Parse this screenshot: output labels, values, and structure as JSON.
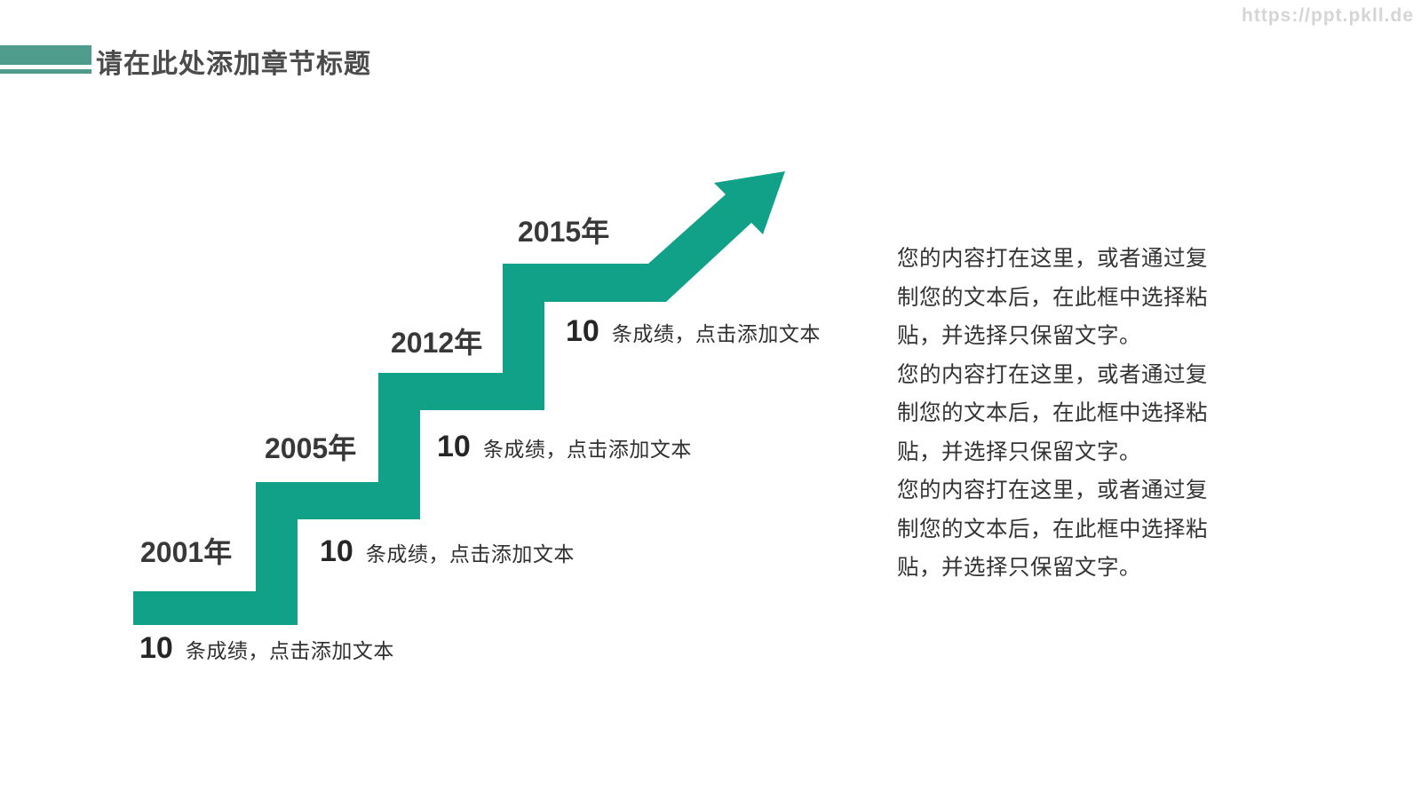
{
  "watermark": "https://ppt.pkll.de",
  "header": {
    "title": "请在此处添加章节标题"
  },
  "diagram": {
    "type": "staircase-timeline",
    "steps": [
      {
        "year": "2001年",
        "value": "10",
        "label": "条成绩，点击添加文本"
      },
      {
        "year": "2005年",
        "value": "10",
        "label": "条成绩，点击添加文本"
      },
      {
        "year": "2012年",
        "value": "10",
        "label": "条成绩，点击添加文本"
      },
      {
        "year": "2015年",
        "value": "10",
        "label": "条成绩，点击添加文本"
      }
    ]
  },
  "body": {
    "paragraphs": [
      {
        "lines": [
          "您的内容打在这里，或者通过复",
          "制您的文本后，在此框中选择粘",
          "贴，并选择只保留文字。"
        ]
      },
      {
        "lines": [
          "您的内容打在这里，或者通过复",
          "制您的文本后，在此框中选择粘",
          "贴，并选择只保留文字。"
        ]
      },
      {
        "lines": [
          "您的内容打在这里，或者通过复",
          "制您的文本后，在此框中选择粘",
          "贴，并选择只保留文字。"
        ]
      }
    ]
  },
  "colors": {
    "teal": "#11a189",
    "accent_bar": "#4f9c8c",
    "title_text": "#4b4b4b",
    "year_text": "#383838",
    "body_text": "#333333",
    "watermark_text": "#d5d5d5"
  }
}
